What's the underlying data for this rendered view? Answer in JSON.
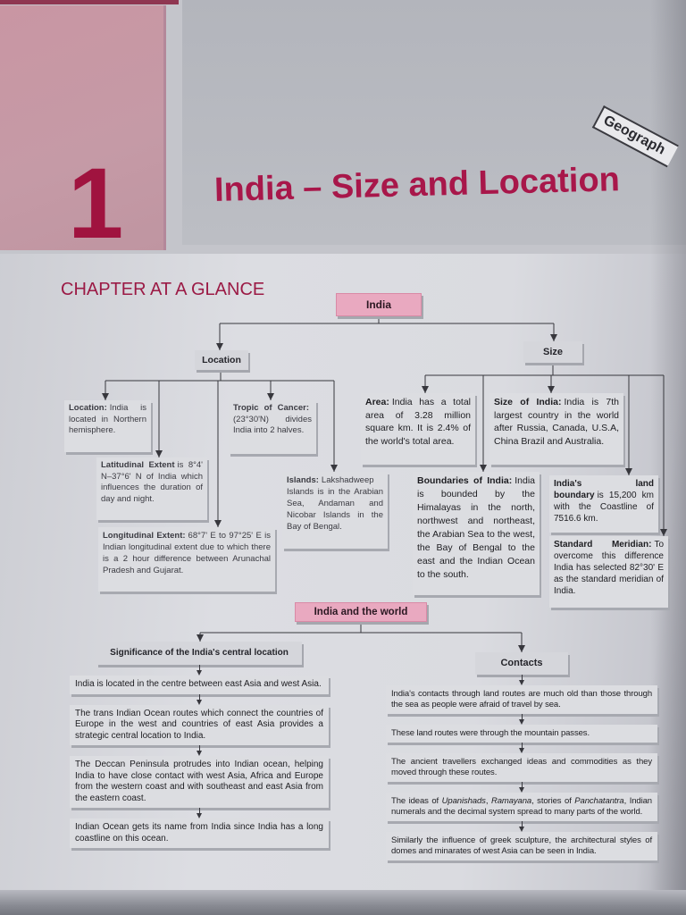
{
  "header": {
    "chapter_number": "1",
    "title": "India – Size and Location",
    "subject_tab": "Geograph"
  },
  "section_heading": "CHAPTER AT A GLANCE",
  "colors": {
    "accent": "#a8174a",
    "node_pink": "#e9a9c0"
  },
  "diagram": {
    "root": "India",
    "location": {
      "label": "Location",
      "items": [
        {
          "lead": "Location:",
          "text": "India is located in Northern hemisphere."
        },
        {
          "lead": "Latitudinal Extent",
          "text": "is 8°4' N–37°6' N of India which influences the duration of day and night."
        },
        {
          "lead": "Longitudinal Extent:",
          "text": "68°7' E to 97°25' E is Indian longitudinal extent due to which there is a 2 hour difference between Arunachal Pradesh and Gujarat."
        },
        {
          "lead": "Tropic of Cancer:",
          "text": "(23°30'N) divides India into 2 halves."
        },
        {
          "lead": "Islands:",
          "text": "Lakshadweep Islands is in the Arabian Sea, Andaman and Nicobar Islands in the Bay of Bengal."
        }
      ]
    },
    "size": {
      "label": "Size",
      "items": [
        {
          "lead": "Area:",
          "text": "India has a total area of 3.28 million square km. It is 2.4% of the world's total area."
        },
        {
          "lead": "Size of India:",
          "text": "India is 7th largest country in the world after Russia, Canada, U.S.A, China Brazil and Australia."
        },
        {
          "lead": "Boundaries of India:",
          "text": "India is bounded by the Himalayas in the north, northwest and northeast, the Arabian Sea to the west, the Bay of Bengal to the east and the Indian Ocean to the south."
        },
        {
          "lead": "India's land boundary",
          "text": "is 15,200 km with the Coastline of 7516.6 km."
        },
        {
          "lead": "Standard Meridian:",
          "text": "To overcome this difference India has selected 82°30' E as the standard meridian of India."
        }
      ]
    },
    "world": {
      "label": "India and the world",
      "significance": {
        "label": "Significance of the India's central location",
        "items": [
          "India is located in the centre between east Asia and west Asia.",
          "The trans Indian Ocean routes which connect the countries of Europe in the west and countries of east Asia provides a strategic central location to India.",
          "The Deccan Peninsula protrudes into Indian ocean, helping India to have close contact with west Asia, Africa and Europe from the western coast and with southeast and east Asia from the eastern coast.",
          "Indian Ocean gets its name from India since India has a long coastline on this ocean."
        ]
      },
      "contacts": {
        "label": "Contacts",
        "items": [
          "India's contacts through land routes are much old than those through the sea as people were afraid of travel by sea.",
          "These land routes were through the mountain passes.",
          "The ancient travellers exchanged ideas and commodities as they moved through these routes.",
          {
            "parts": [
              "The ideas of ",
              "Upanishads",
              ", ",
              "Ramayana",
              ", stories of ",
              "Panchatantra",
              ", Indian numerals and the decimal system spread to many parts of the world."
            ]
          },
          "Similarly the influence of greek sculpture, the architectural styles of domes and minarates of west Asia can be seen in India."
        ]
      }
    }
  }
}
